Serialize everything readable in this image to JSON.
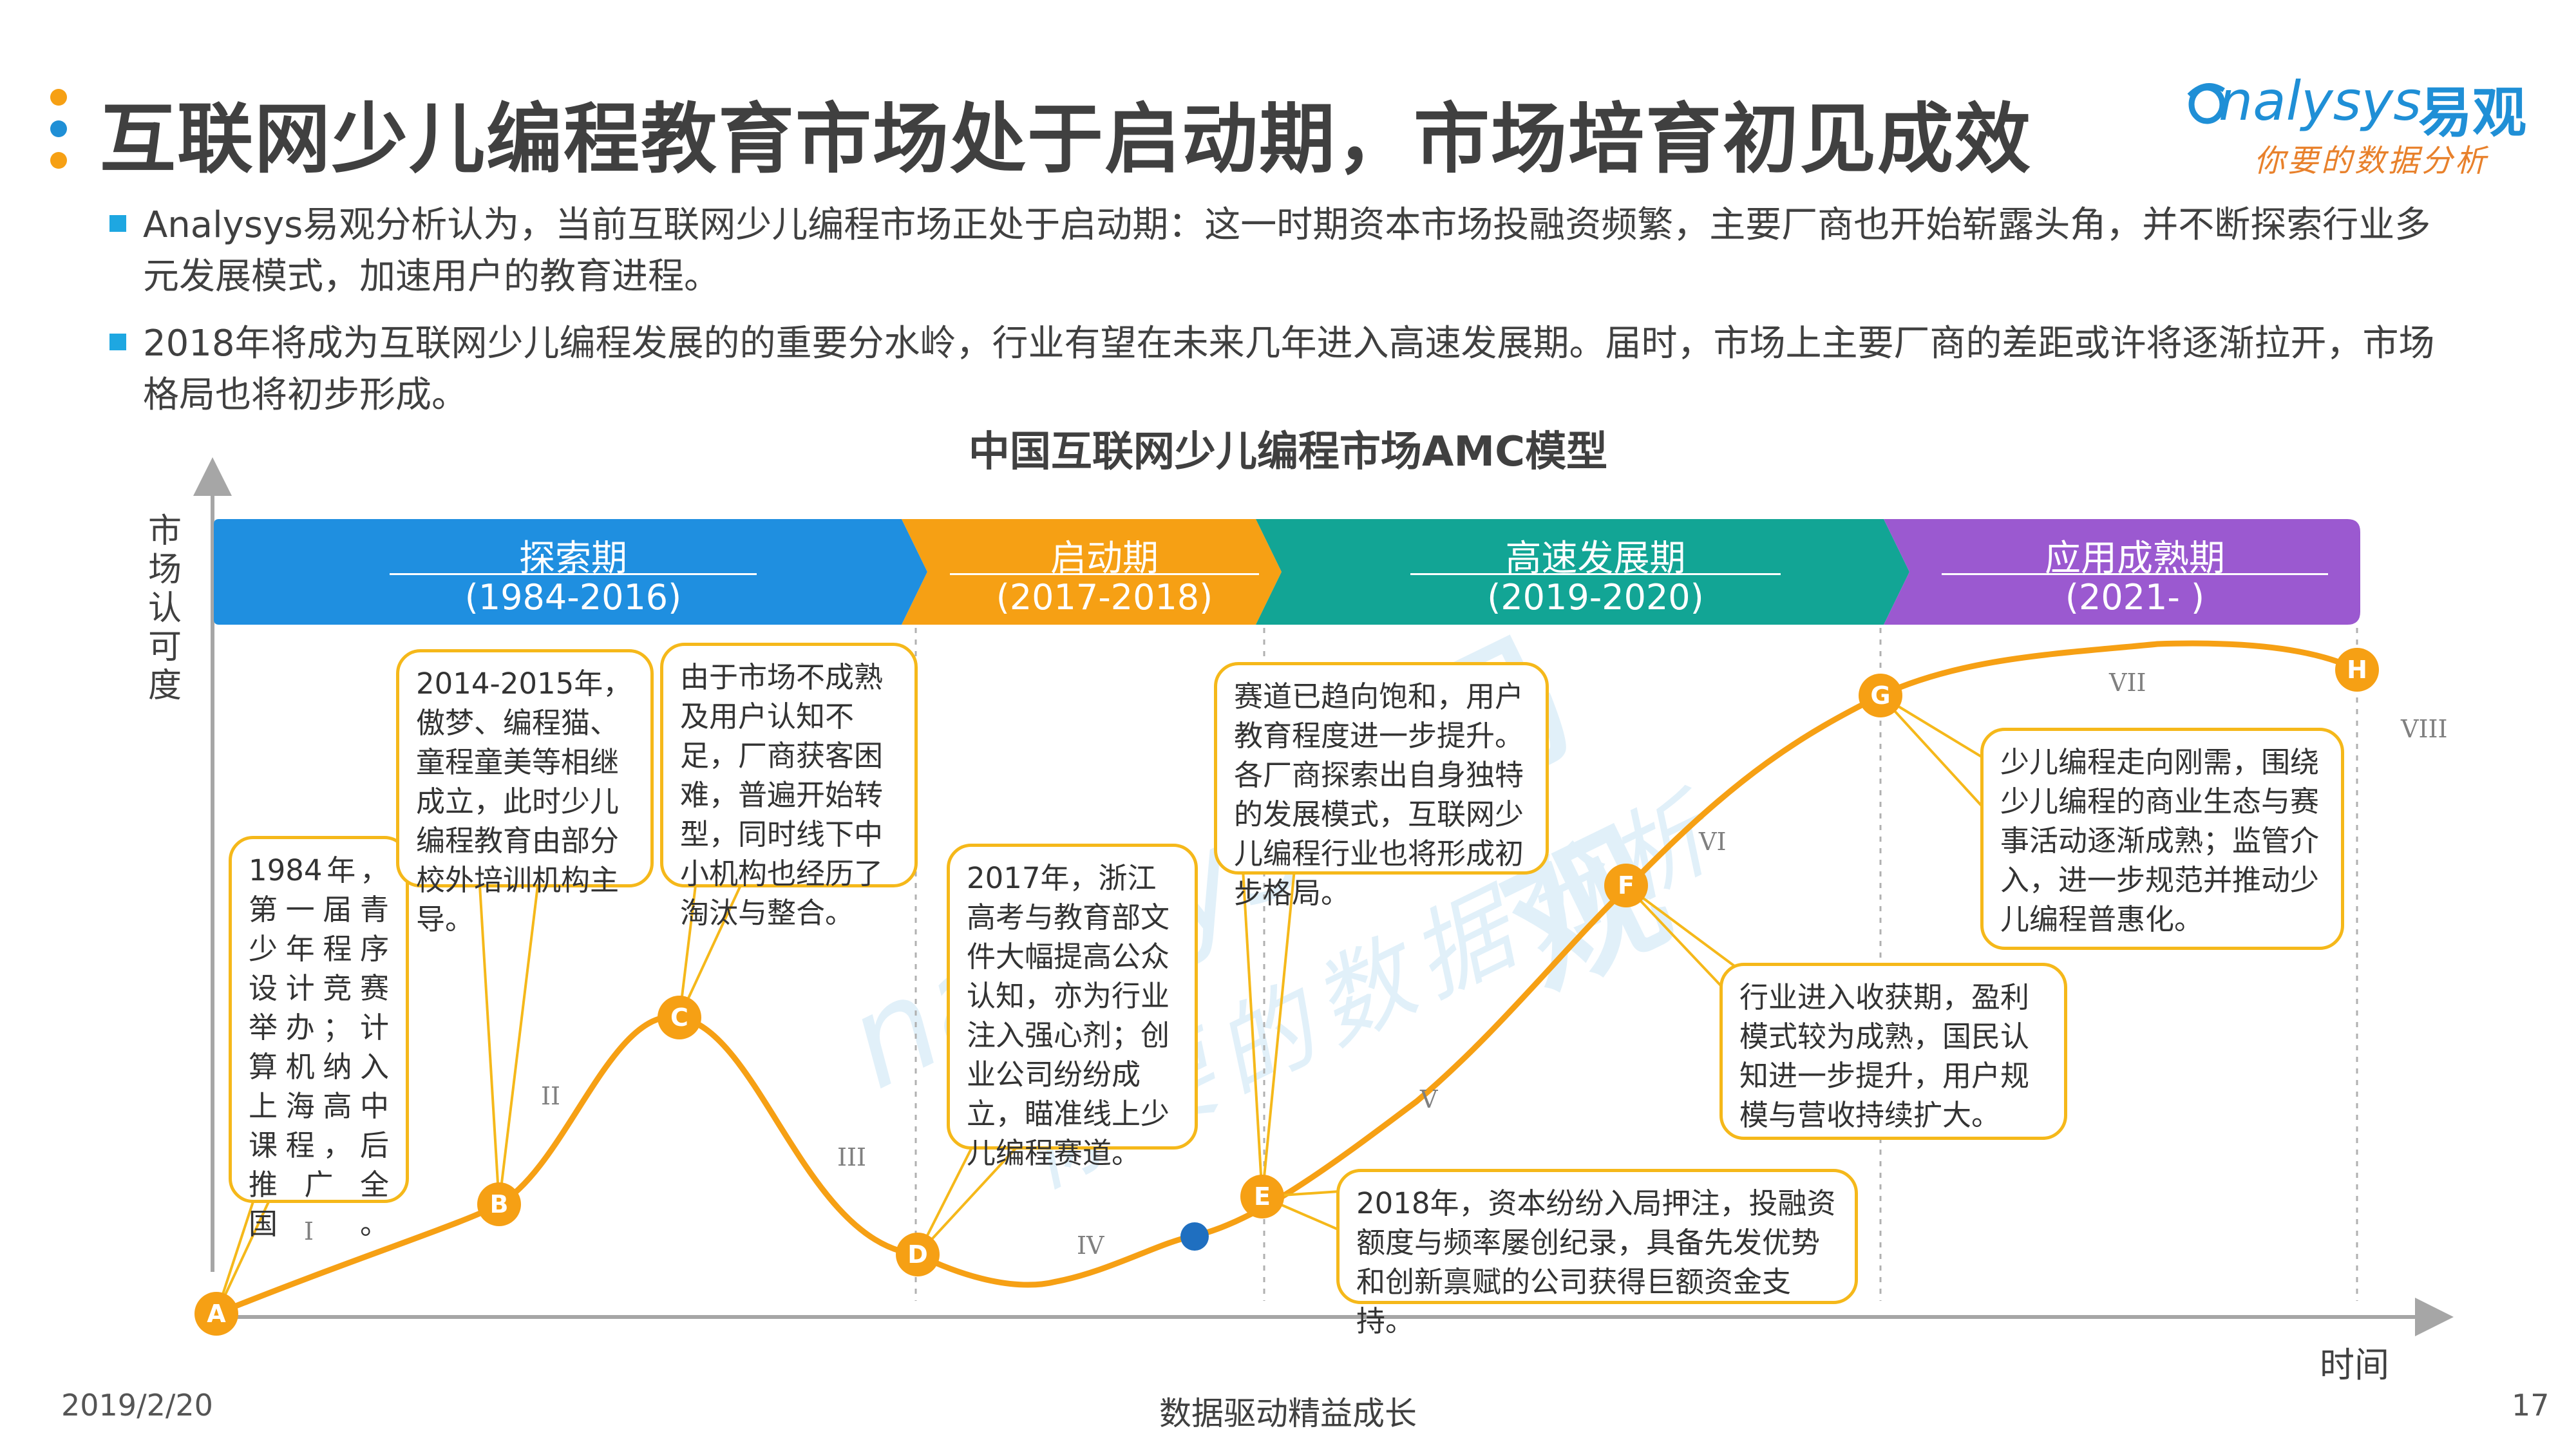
{
  "header": {
    "title": "互联网少儿编程教育市场处于启动期，市场培育初见成效",
    "dot_colors": [
      "#f6a014",
      "#1f8fd6",
      "#f6a014"
    ],
    "logo_en": "nalysys",
    "logo_cn": "易观",
    "logo_slogan": "你要的数据分析",
    "brand_color": "#1f8fd6"
  },
  "bullets": [
    "Analysys易观分析认为，当前互联网少儿编程市场正处于启动期：这一时期资本市场投融资频繁，主要厂商也开始崭露头角，并不断探索行业多元发展模式，加速用户的教育进程。",
    "2018年将成为互联网少儿编程发展的的重要分水岭，行业有望在未来几年进入高速发展期。届时，市场上主要厂商的差距或许将逐渐拉开，市场格局也将初步形成。"
  ],
  "diagram": {
    "title": "中国互联网少儿编程市场AMC模型",
    "y_axis_label": "市场认可度",
    "x_axis_label": "时间",
    "phases": [
      {
        "name": "探索期",
        "years": "(1984-2016)",
        "color": "#1f8fe0"
      },
      {
        "name": "启动期",
        "years": "(2017-2018)",
        "color": "#f6a014"
      },
      {
        "name": "高速发展期",
        "years": "(2019-2020)",
        "color": "#12a595"
      },
      {
        "name": "应用成熟期",
        "years": "(2021-     )",
        "color": "#9b59d0"
      }
    ],
    "stages": [
      "I",
      "II",
      "III",
      "IV",
      "V",
      "VI",
      "VII",
      "VIII"
    ],
    "markers": [
      "A",
      "B",
      "C",
      "D",
      "E",
      "F",
      "G",
      "H"
    ],
    "callouts": {
      "A": "1984年，第一届青少年程序设计竞赛举办；计算机纳入上海高中课程，后推广全国。",
      "B": "2014-2015年，傲梦、编程猫、童程童美等相继成立，此时少儿编程教育由部分校外培训机构主导。",
      "C": "由于市场不成熟及用户认知不足，厂商获客困难，普遍开始转型，同时线下中小机构也经历了淘汰与整合。",
      "D": "2017年，浙江高考与教育部文件大幅提高公众认知，亦为行业注入强心剂；创业公司纷纷成立，瞄准线上少儿编程赛道。",
      "E_upper": "赛道已趋向饱和，用户教育程度进一步提升。各厂商探索出自身独特的发展模式，互联网少儿编程行业也将形成初步格局。",
      "E_lower": "2018年，资本纷纷入局押注，投融资额度与频率屡创纪录，具备先发优势和创新禀赋的公司获得巨额资金支持。",
      "F": "行业进入收获期，盈利模式较为成熟，国民认知进一步提升，用户规模与营收持续扩大。",
      "G": "少儿编程走向刚需，围绕少儿编程的商业生态与赛事活动逐渐成熟；监管介入，进一步规范并推动少儿编程普惠化。"
    },
    "curve_color": "#f6a014",
    "current_point_color": "#1f6fc0",
    "callout_border_color": "#f5b81a"
  },
  "footer": {
    "date": "2019/2/20",
    "slogan": "数据驱动精益成长",
    "page": "17"
  }
}
